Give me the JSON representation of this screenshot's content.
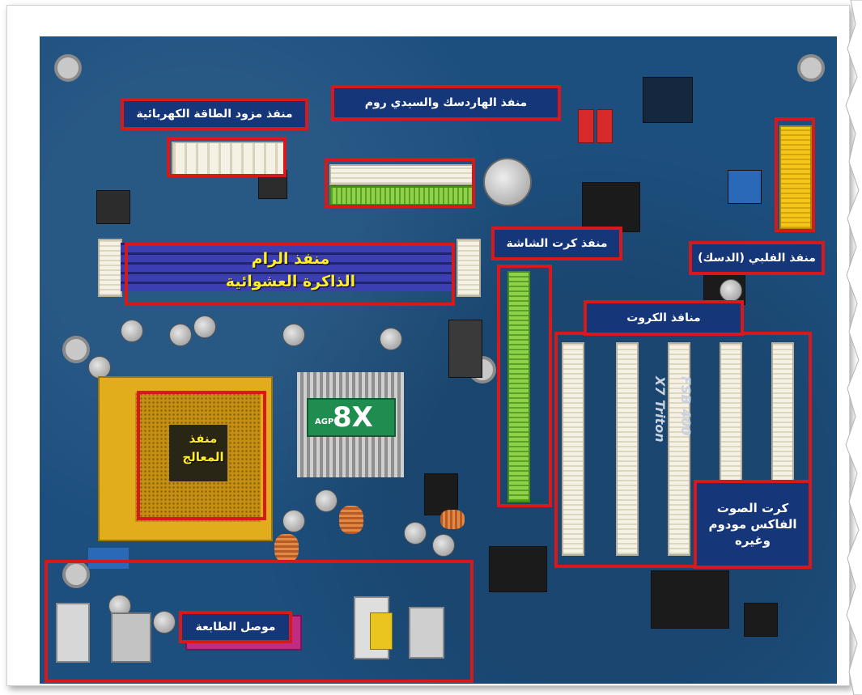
{
  "labels": {
    "power": "منفذ مزود الطاقة الكهربائية",
    "hdd_cdrom": "منفذ الهاردسك والسيدي روم",
    "floppy": "منفذ الفلبي (الدسك)",
    "graphics": "منفذ كرت الشاشة",
    "ram_line1": "منفذ الرام",
    "ram_line2": "الذاكرة العشوائية",
    "cards": "منافذ الكروت",
    "cpu_line1": "منفذ",
    "cpu_line2": "المعالج",
    "sound_line1": "كرت الصوت",
    "sound_line2": "الفاكس مودوم",
    "sound_line3": "وغيره",
    "printer": "موصل الطابعة"
  },
  "board_text": {
    "agp_logo": "8X",
    "agp_sub": "AGP",
    "fsb": "FSB 400",
    "triton": "X7 Triton"
  },
  "colors": {
    "board": "#1d4f7e",
    "label_bg": "#16367a",
    "label_border": "#d8191c",
    "label_text": "#ffffff",
    "highlight_text": "#ffee2a"
  }
}
